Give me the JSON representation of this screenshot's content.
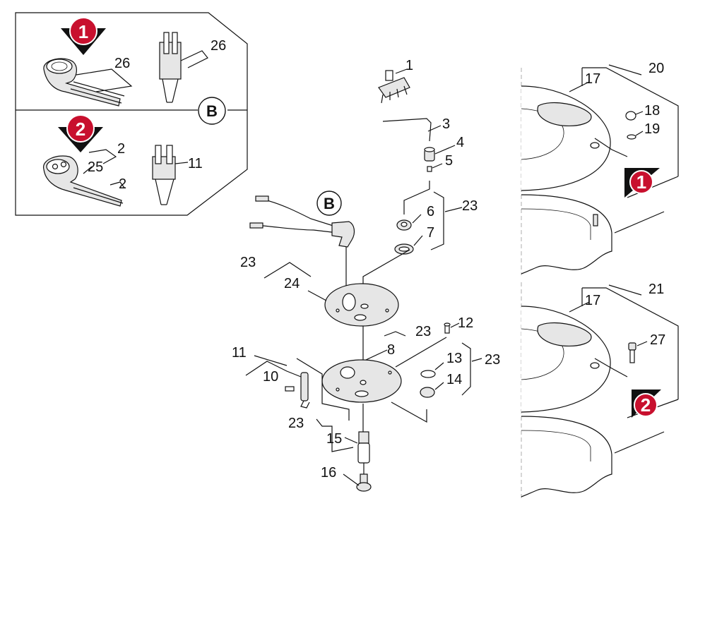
{
  "badges": {
    "variant1": "1",
    "variant2": "2",
    "detail": "B"
  },
  "callouts": {
    "c1": "1",
    "c2a": "2",
    "c2b": "2",
    "c3": "3",
    "c4": "4",
    "c5": "5",
    "c6": "6",
    "c7": "7",
    "c8": "8",
    "c10": "10",
    "c11a": "11",
    "c11b": "11",
    "c12": "12",
    "c13": "13",
    "c14": "14",
    "c15": "15",
    "c16": "16",
    "c17a": "17",
    "c17b": "17",
    "c18": "18",
    "c19": "19",
    "c20": "20",
    "c21": "21",
    "c23a": "23",
    "c23b": "23",
    "c23c": "23",
    "c23d": "23",
    "c23e": "23",
    "c24": "24",
    "c25": "25",
    "c26a": "26",
    "c26b": "26",
    "c27": "27"
  },
  "colors": {
    "badge_red": "#c8102e",
    "outline": "#111111",
    "part_fill": "#e6e6e6"
  }
}
